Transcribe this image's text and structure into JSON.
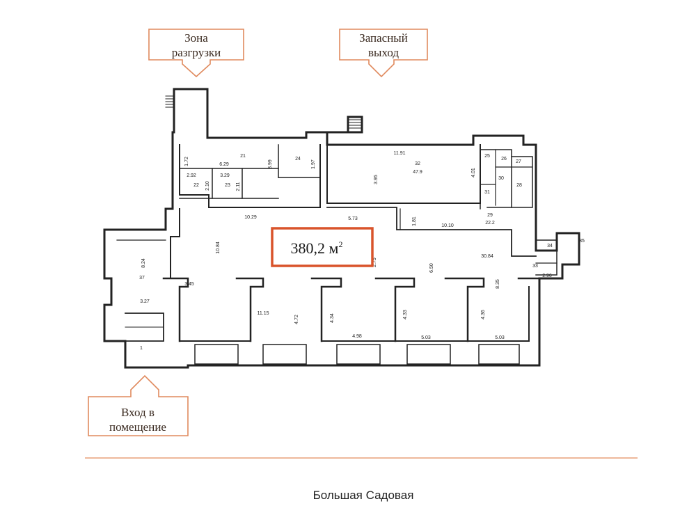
{
  "callouts": {
    "unloading": [
      "Зона",
      "разгрузки"
    ],
    "emergency_exit": [
      "Запасный",
      "выход"
    ],
    "entrance": [
      "Вход в",
      "помещение"
    ]
  },
  "area_label": {
    "number": "380,2 м",
    "unit_sup": "2"
  },
  "street": "Большая Садовая",
  "rooms": {
    "r1": "1",
    "r21": "21",
    "r22": "22",
    "r23": "23",
    "r24": "24",
    "r25": "25",
    "r26": "26",
    "r27": "27",
    "r28": "28",
    "r29": "29",
    "r30": "30",
    "r31": "31",
    "r32": "32",
    "r33": "33",
    "r34": "34",
    "r35": "35",
    "r37": "37"
  },
  "dims": {
    "d1": "1.72",
    "d2": "6.29",
    "d3": "3.99",
    "d4": "1.97",
    "d5": "2.92",
    "d6": "2.10",
    "d7": "3.29",
    "d8": "2.11",
    "d9": "11.91",
    "d10": "3.95",
    "d11": "47.9",
    "d12": "4.01",
    "d13": "10.29",
    "d14": "5.73",
    "d15": "1.81",
    "d16": "10.10",
    "d17": "22.2",
    "d18": "10.84",
    "d19": "8.24",
    "d20": "2.75",
    "d21": "6.50",
    "d22": "30.84",
    "d23": "8.35",
    "d24": "2.96",
    "d25": "3.45",
    "d26": "11.15",
    "d27": "4.72",
    "d28": "4.34",
    "d29": "4.33",
    "d30": "4.36",
    "d31": "4.98",
    "d32": "5.03",
    "d33": "5.03",
    "d34": "3.27"
  },
  "colors": {
    "accent": "#d9542b",
    "callout_border": "#e08a5e",
    "wall": "#222222",
    "street_line": "#e8a07a"
  }
}
